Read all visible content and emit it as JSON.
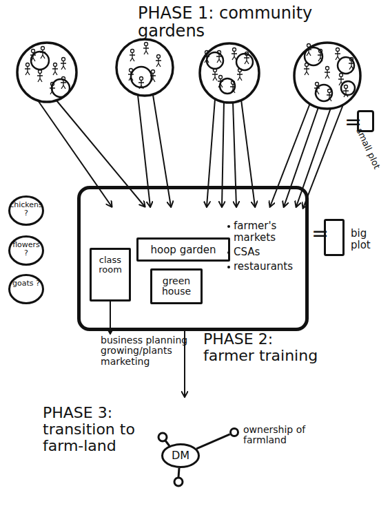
{
  "diagram": {
    "title": "PHASE 1: community gardens",
    "nodes": [
      {
        "text": [
          "small plot"
        ]
      },
      {
        "text": [
          "farmer's markets",
          "CSAs",
          "restaurants",
          "PHASE 2: farmer training"
        ]
      },
      {
        "text": [
          "class room"
        ],
        "in": 1
      },
      {
        "text": [
          "hoop garden"
        ],
        "in": 1
      },
      {
        "text": [
          "green house"
        ],
        "in": 1
      },
      {
        "text": [
          "big plot"
        ]
      },
      {
        "text": [
          "chickens ?"
        ]
      },
      {
        "text": [
          "flowers ?"
        ]
      },
      {
        "text": [
          "goats ?"
        ]
      },
      {
        "text": [
          "DM"
        ]
      },
      {
        "text": [
          "ownership of farmland"
        ]
      }
    ],
    "edges": [
      {
        "from": 9,
        "to": 10,
        "arrow": "none"
      }
    ],
    "labels": [
      "=",
      "=",
      "business planning growing/plants marketing",
      "PHASE 3: transition to farm-land"
    ]
  }
}
